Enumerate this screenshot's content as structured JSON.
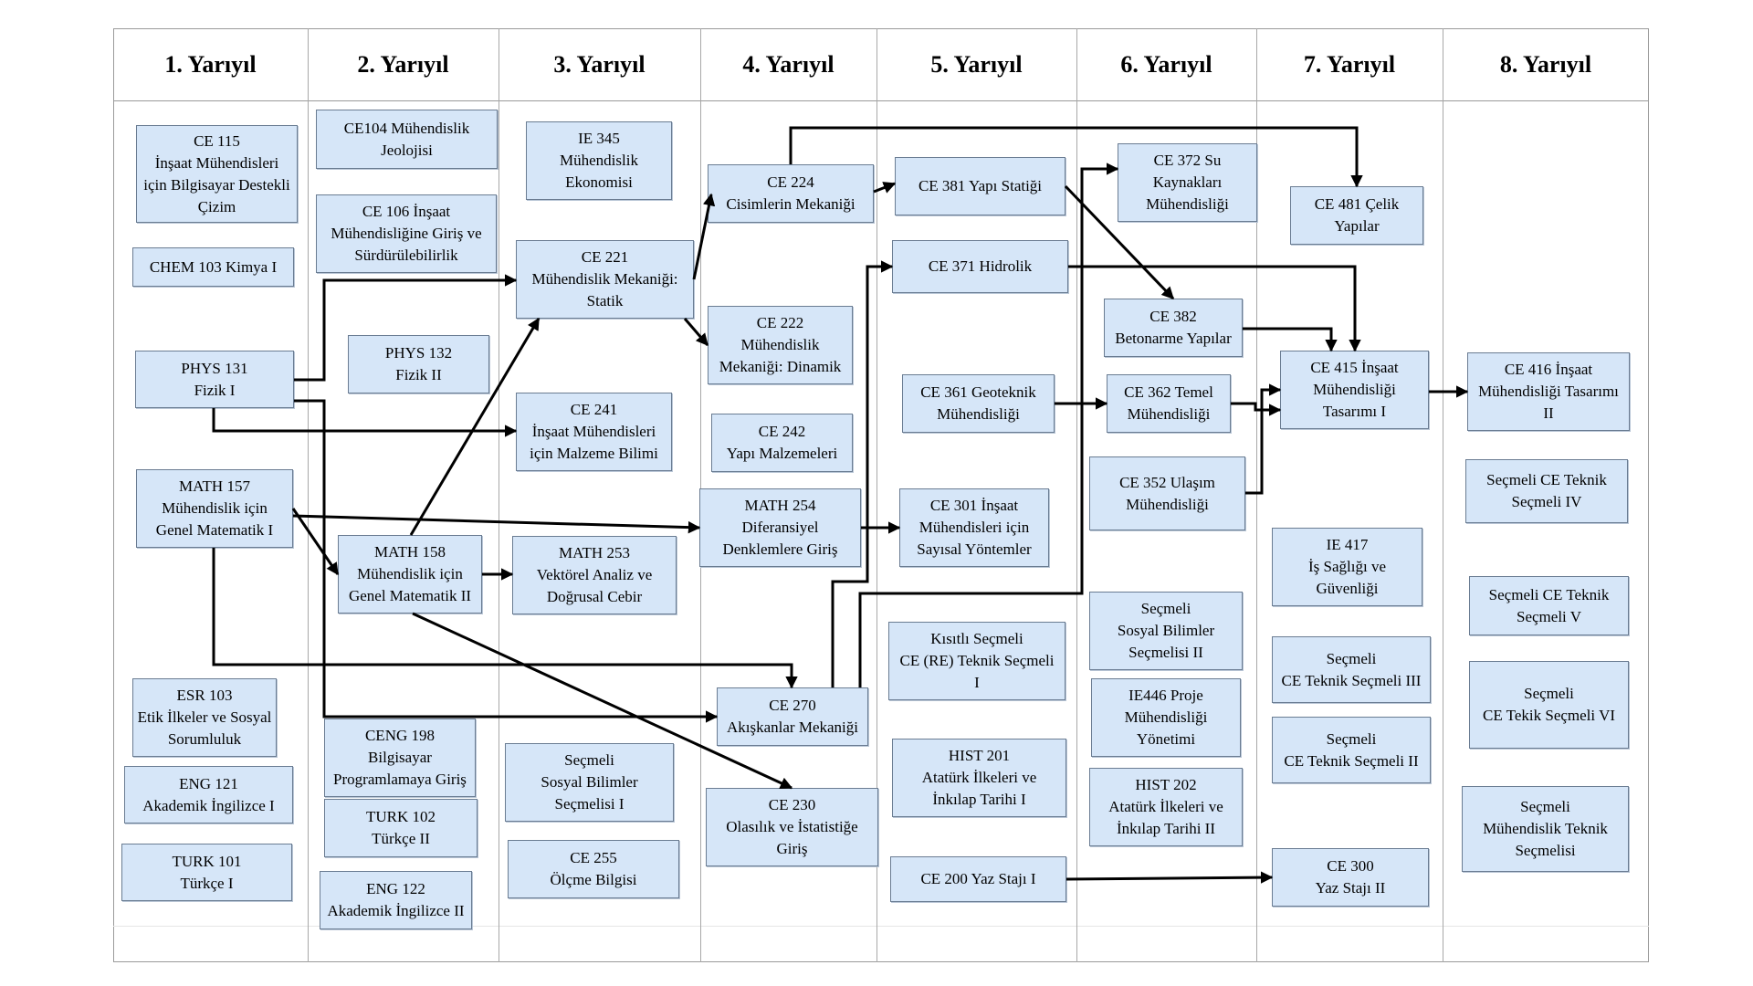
{
  "semesters": [
    "1. Yarıyıl",
    "2. Yarıyıl",
    "3. Yarıyıl",
    "4. Yarıyıl",
    "5. Yarıyıl",
    "6. Yarıyıl",
    "7. Yarıyıl",
    "8. Yarıyıl"
  ],
  "courses": {
    "ce115": "CE 115\nİnşaat Mühendisleri\niçin Bilgisayar Destekli\nÇizim",
    "chem103": "CHEM 103 Kimya I",
    "phys131": "PHYS 131\nFizik I",
    "math157": "MATH 157\nMühendislik için\nGenel Matematik I",
    "esr103": "ESR 103\nEtik İlkeler ve Sosyal\nSorumluluk",
    "eng121": "ENG 121\nAkademik İngilizce I",
    "turk101": "TURK 101\nTürkçe I",
    "ce104": "CE104 Mühendislik\nJeolojisi",
    "ce106": "CE 106 İnşaat\nMühendisliğine Giriş ve\nSürdürülebilirlik",
    "phys132": "PHYS 132\nFizik II",
    "math158": "MATH 158\nMühendislik için\nGenel Matematik II",
    "ceng198": "CENG 198\nBilgisayar\nProgramlamaya Giriş",
    "turk102": "TURK 102\nTürkçe II",
    "eng122": "ENG 122\nAkademik İngilizce II",
    "ie345": "IE 345\nMühendislik\nEkonomisi",
    "ce221": "CE 221\nMühendislik Mekaniği:\nStatik",
    "ce241": "CE 241\nİnşaat Mühendisleri\niçin Malzeme Bilimi",
    "math253": "MATH 253\nVektörel Analiz ve\nDoğrusal Cebir",
    "sec_sosyal1": "Seçmeli\nSosyal Bilimler\nSeçmelisi I",
    "ce255": "CE 255\nÖlçme Bilgisi",
    "ce224": "CE 224\nCisimlerin Mekaniği",
    "ce222": "CE 222\nMühendislik\nMekaniği: Dinamik",
    "ce242": "CE 242\nYapı Malzemeleri",
    "math254": "MATH 254\nDiferansiyel\nDenklemlere Giriş",
    "ce270": "CE 270\nAkışkanlar Mekaniği",
    "ce230": "CE 230\nOlasılık ve İstatistiğe\nGiriş",
    "ce381": "CE 381  Yapı Statiği",
    "ce371": "CE 371 Hidrolik",
    "ce361": "CE 361 Geoteknik\nMühendisliği",
    "ce301": "CE 301 İnşaat\nMühendisleri için\nSayısal Yöntemler",
    "kisitli": "Kısıtlı Seçmeli\nCE (RE) Teknik Seçmeli\nI",
    "hist201": "HIST 201\nAtatürk İlkeleri ve\nİnkılap Tarihi I",
    "ce200": "CE 200 Yaz Stajı I",
    "ce372": "CE 372 Su\nKaynakları\nMühendisliği",
    "ce382": "CE 382\nBetonarme Yapılar",
    "ce362": "CE 362 Temel\nMühendisliği",
    "ce352": "CE 352 Ulaşım\nMühendisliği",
    "sec_sosyal2": "Seçmeli\nSosyal Bilimler\nSeçmelisi II",
    "ie446": "IE446 Proje\nMühendisliği\nYönetimi",
    "hist202": "HIST 202\nAtatürk İlkeleri ve\nİnkılap Tarihi II",
    "ce481": "CE 481 Çelik\nYapılar",
    "ce415": "CE 415 İnşaat\nMühendisliği\nTasarımı I",
    "ie417": "IE 417\nİş Sağlığı ve\nGüvenliği",
    "sec_teknik3": "Seçmeli\nCE Teknik Seçmeli III",
    "sec_teknik2": "Seçmeli\nCE Teknik Seçmeli II",
    "ce300": "CE 300\nYaz Stajı II",
    "ce416": "CE 416 İnşaat\nMühendisliği Tasarımı\nII",
    "sec_teknik4": "Seçmeli CE Teknik\nSeçmeli IV",
    "sec_teknik5": "Seçmeli CE Teknik\nSeçmeli V",
    "sec_teknik6": "Seçmeli\nCE Tekik Seçmeli VI",
    "sec_muh": "Seçmeli\nMühendislik Teknik\nSeçmelisi"
  },
  "prerequisites": [
    [
      "phys131",
      "ce221"
    ],
    [
      "phys131",
      "ce241"
    ],
    [
      "phys131",
      "ce270"
    ],
    [
      "math157",
      "math158"
    ],
    [
      "math157",
      "math254"
    ],
    [
      "math157",
      "ce270"
    ],
    [
      "math158",
      "ce221"
    ],
    [
      "math158",
      "math253"
    ],
    [
      "math158",
      "ce230"
    ],
    [
      "ce221",
      "ce224"
    ],
    [
      "ce221",
      "ce222"
    ],
    [
      "ce224",
      "ce381"
    ],
    [
      "ce224",
      "ce481"
    ],
    [
      "math254",
      "ce301"
    ],
    [
      "ce270",
      "ce371"
    ],
    [
      "ce270",
      "ce372"
    ],
    [
      "ce381",
      "ce382"
    ],
    [
      "ce371",
      "ce415"
    ],
    [
      "ce361",
      "ce362"
    ],
    [
      "ce382",
      "ce415"
    ],
    [
      "ce362",
      "ce415"
    ],
    [
      "ce352",
      "ce415"
    ],
    [
      "ce415",
      "ce416"
    ],
    [
      "ce200",
      "ce300"
    ]
  ]
}
